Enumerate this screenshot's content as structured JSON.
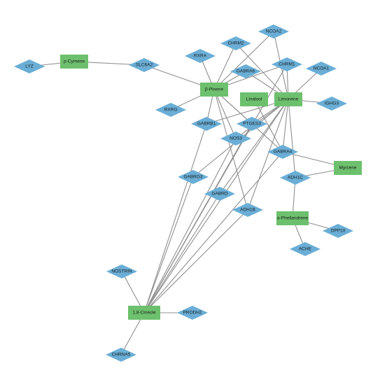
{
  "colors": {
    "compound": "#6dc06d",
    "target": "#6aaed6",
    "edge": "#8f8f8f",
    "label": "#1a1a1a"
  },
  "nodes": [
    {
      "id": "p-Cymene",
      "type": "compound"
    },
    {
      "id": "β-Pinene",
      "type": "compound"
    },
    {
      "id": "Linalool",
      "type": "compound"
    },
    {
      "id": "Limonene",
      "type": "compound"
    },
    {
      "id": "Myrcene",
      "type": "compound"
    },
    {
      "id": "α-Phellandrene",
      "type": "compound"
    },
    {
      "id": "1,8-Cineole",
      "type": "compound"
    },
    {
      "id": "LYZ",
      "type": "target"
    },
    {
      "id": "SLC6A2",
      "type": "target"
    },
    {
      "id": "RXRA",
      "type": "target"
    },
    {
      "id": "CHRM2",
      "type": "target"
    },
    {
      "id": "NCOA2",
      "type": "target"
    },
    {
      "id": "GABRA6",
      "type": "target"
    },
    {
      "id": "CHRM1",
      "type": "target"
    },
    {
      "id": "NCOA1",
      "type": "target"
    },
    {
      "id": "IGHG3",
      "type": "target"
    },
    {
      "id": "RXRG",
      "type": "target"
    },
    {
      "id": "GABRB1",
      "type": "target"
    },
    {
      "id": "PTGES3",
      "type": "target"
    },
    {
      "id": "NOS3",
      "type": "target"
    },
    {
      "id": "GABRA4",
      "type": "target"
    },
    {
      "id": "GABRG3",
      "type": "target"
    },
    {
      "id": "ADH1C",
      "type": "target"
    },
    {
      "id": "GABRD",
      "type": "target"
    },
    {
      "id": "ADH1B",
      "type": "target"
    },
    {
      "id": "DPP10",
      "type": "target"
    },
    {
      "id": "ACHE",
      "type": "target"
    },
    {
      "id": "NOSTRIN",
      "type": "target"
    },
    {
      "id": "PRODH2",
      "type": "target"
    },
    {
      "id": "CHRNA5",
      "type": "target"
    }
  ],
  "edges": [
    [
      "p-Cymene",
      "LYZ"
    ],
    [
      "p-Cymene",
      "SLC6A2"
    ],
    [
      "β-Pinene",
      "SLC6A2"
    ],
    [
      "β-Pinene",
      "RXRA"
    ],
    [
      "β-Pinene",
      "CHRM2"
    ],
    [
      "β-Pinene",
      "NCOA2"
    ],
    [
      "β-Pinene",
      "GABRA6"
    ],
    [
      "β-Pinene",
      "CHRM1"
    ],
    [
      "β-Pinene",
      "RXRG"
    ],
    [
      "β-Pinene",
      "GABRB1"
    ],
    [
      "β-Pinene",
      "PTGES3"
    ],
    [
      "β-Pinene",
      "NOS3"
    ],
    [
      "β-Pinene",
      "GABRA4"
    ],
    [
      "β-Pinene",
      "ADH1B"
    ],
    [
      "Limonene",
      "CHRM2"
    ],
    [
      "Limonene",
      "NCOA2"
    ],
    [
      "Limonene",
      "GABRA6"
    ],
    [
      "Limonene",
      "CHRM1"
    ],
    [
      "Limonene",
      "NCOA1"
    ],
    [
      "Limonene",
      "IGHG3"
    ],
    [
      "Limonene",
      "GABRB1"
    ],
    [
      "Limonene",
      "PTGES3"
    ],
    [
      "Limonene",
      "NOS3"
    ],
    [
      "Limonene",
      "GABRA4"
    ],
    [
      "Limonene",
      "GABRG3"
    ],
    [
      "Limonene",
      "ADH1C"
    ],
    [
      "Limonene",
      "GABRD"
    ],
    [
      "Limonene",
      "ADH1B"
    ],
    [
      "Linalool",
      "GABRA4"
    ],
    [
      "Myrcene",
      "GABRA4"
    ],
    [
      "Myrcene",
      "ADH1C"
    ],
    [
      "α-Phellandrene",
      "ADH1C"
    ],
    [
      "α-Phellandrene",
      "DPP10"
    ],
    [
      "α-Phellandrene",
      "ACHE"
    ],
    [
      "1,8-Cineole",
      "NOSTRIN"
    ],
    [
      "1,8-Cineole",
      "PRODH2"
    ],
    [
      "1,8-Cineole",
      "CHRNA5"
    ],
    [
      "1,8-Cineole",
      "GABRB1"
    ],
    [
      "1,8-Cineole",
      "PTGES3"
    ],
    [
      "1,8-Cineole",
      "NOS3"
    ],
    [
      "1,8-Cineole",
      "GABRA4"
    ],
    [
      "1,8-Cineole",
      "GABRG3"
    ],
    [
      "1,8-Cineole",
      "GABRD"
    ],
    [
      "1,8-Cineole",
      "ADH1B"
    ],
    [
      "1,8-Cineole",
      "CHRM1"
    ],
    [
      "1,8-Cineole",
      "Limonene"
    ]
  ]
}
